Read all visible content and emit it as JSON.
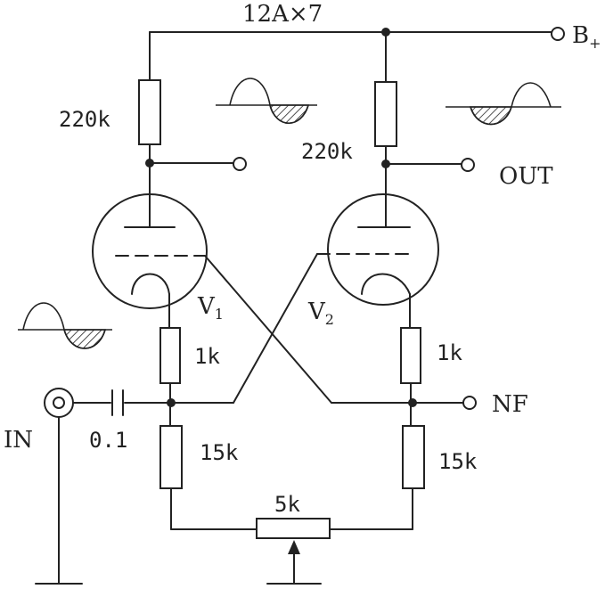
{
  "title": "12A×7",
  "labels": {
    "b_plus": "B",
    "b_plus_sub": "+",
    "out": "OUT",
    "in": "IN",
    "nf": "NF",
    "v1": "V",
    "v1_sub": "1",
    "v2": "V",
    "v2_sub": "2"
  },
  "components": {
    "r_plate_left": "220k",
    "r_plate_right": "220k",
    "r_cathode_left": "1k",
    "r_cathode_right": "1k",
    "r_bias_left": "15k",
    "r_bias_right": "15k",
    "pot": "5k",
    "cap_in": "0.1"
  }
}
